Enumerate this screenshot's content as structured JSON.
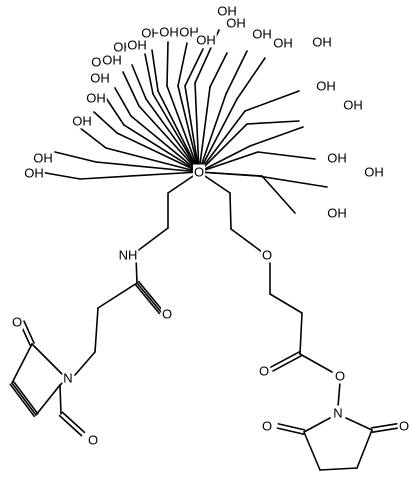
{
  "diagram": {
    "kind": "chemical-structure",
    "center_atom": "O",
    "arm_terminal_label": "OH",
    "linker_labels": {
      "amide_nitrogen": "NH",
      "ether_oxygen": "O",
      "carbonyl_oxygen": "O"
    },
    "maleimide": {
      "nitrogen": "N",
      "carbonyl_oxygen": "O"
    },
    "succinimide_ester": {
      "ester_oxygen": "O",
      "nitrogen": "N",
      "carbonyl_oxygen": "O"
    },
    "colors": {
      "ink": "#000000",
      "background": "#ffffff"
    }
  }
}
